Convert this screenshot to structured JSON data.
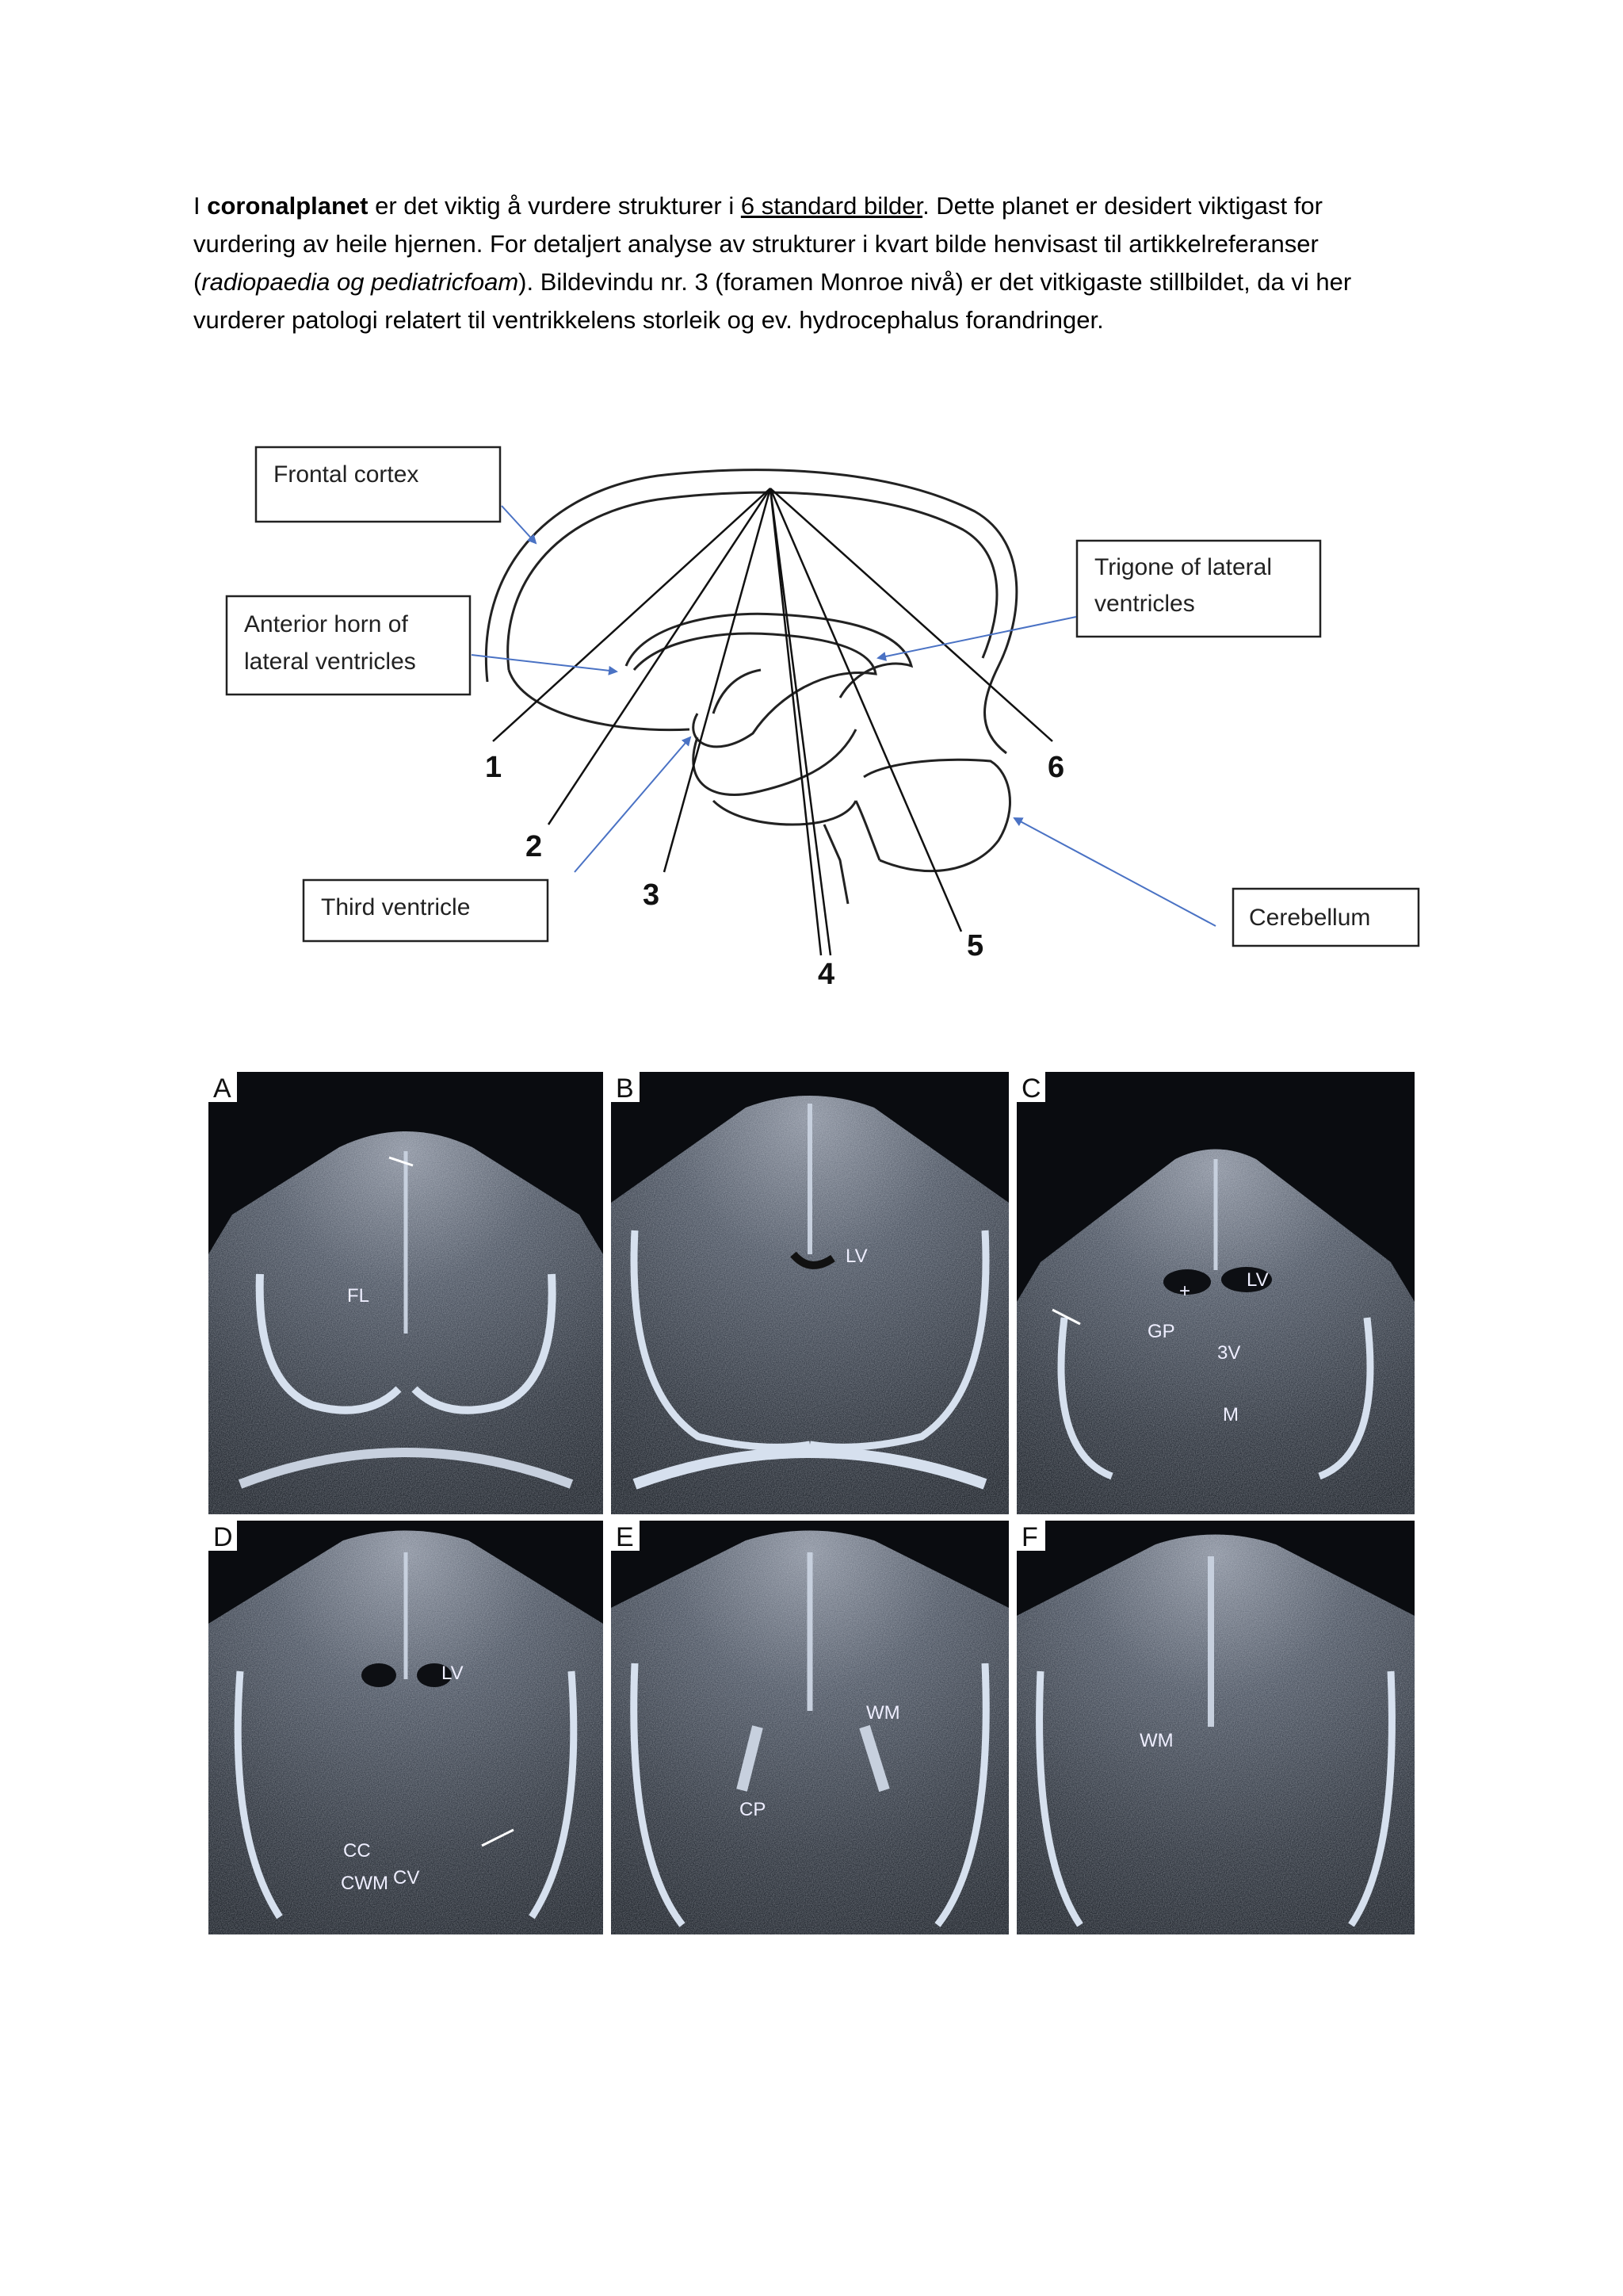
{
  "intro": {
    "p1": "I ",
    "bold": "coronalplanet",
    "p2": " er det viktig å vurdere strukturer i ",
    "underlined": "6 standard bilder",
    "p3": ". Dette planet er desidert viktigast for vurdering av heile hjernen. For detaljert analyse av strukturer i kvart bilde henvisast til artikkelreferanser (",
    "italic": "radiopaedia og pediatricfoam",
    "p4": "). Bildevindu nr. 3 (foramen Monroe nivå) er det vitkigaste stillbildet, da vi her vurderer patologi relatert til ventrikkelens storleik og ev. hydrocephalus forandringer."
  },
  "diagram": {
    "boxes": {
      "frontal": "Frontal cortex",
      "anterior_1": "Anterior horn of",
      "anterior_2": "lateral ventricles",
      "trigone_1": "Trigone of lateral",
      "trigone_2": "ventricles",
      "third": "Third ventricle",
      "cerebellum": "Cerebellum"
    },
    "numbers": [
      "1",
      "2",
      "3",
      "4",
      "5",
      "6"
    ]
  },
  "panels": [
    {
      "letter": "A",
      "labels": [
        "FL"
      ]
    },
    {
      "letter": "B",
      "labels": [
        "LV"
      ]
    },
    {
      "letter": "C",
      "labels": [
        "LV",
        "GP",
        "3V",
        "M",
        "+"
      ]
    },
    {
      "letter": "D",
      "labels": [
        "LV",
        "CC",
        "CWM",
        "CV"
      ]
    },
    {
      "letter": "E",
      "labels": [
        "WM",
        "CP"
      ]
    },
    {
      "letter": "F",
      "labels": [
        "WM"
      ]
    }
  ],
  "colors": {
    "arrow": "#4a72c4",
    "text": "#000000",
    "us_bg": "#0a0c10"
  }
}
